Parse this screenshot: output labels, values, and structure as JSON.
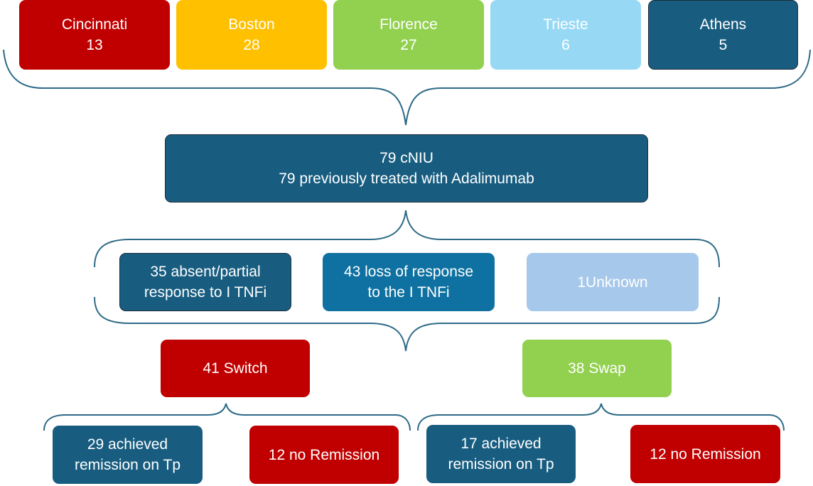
{
  "sites": [
    {
      "name": "Cincinnati",
      "count": "13",
      "color": "#c00000"
    },
    {
      "name": "Boston",
      "count": "28",
      "color": "#ffc000"
    },
    {
      "name": "Florence",
      "count": "27",
      "color": "#92d050"
    },
    {
      "name": "Trieste",
      "count": "6",
      "color": "#97d9f5"
    },
    {
      "name": "Athens",
      "count": "5",
      "color": "#185d80"
    }
  ],
  "cohort": {
    "line1": "79 cNIU",
    "line2": "79 previously treated with Adalimumab",
    "color": "#185d80"
  },
  "reasons": [
    {
      "line1": "35 absent/partial",
      "line2": "response to I TNFi",
      "color": "#185d80"
    },
    {
      "line1": "43 loss of response",
      "line2": "to the I TNFi",
      "color": "#0f71a1"
    },
    {
      "line1": "1Unknown",
      "line2": "",
      "color": "#a6c8ea"
    }
  ],
  "strategies": {
    "switch": {
      "label": "41 Switch",
      "color": "#c00000",
      "remission": {
        "line1": "29 achieved",
        "line2": "remission on Tp"
      },
      "no_remission": "12 no Remission"
    },
    "swap": {
      "label": "38 Swap",
      "color": "#92d050",
      "remission": {
        "line1": "17 achieved",
        "line2": "remission on Tp"
      },
      "no_remission": "12 no Remission"
    }
  },
  "colors": {
    "brace": "#2d6a87",
    "red": "#c00000",
    "navy": "#185d80"
  }
}
